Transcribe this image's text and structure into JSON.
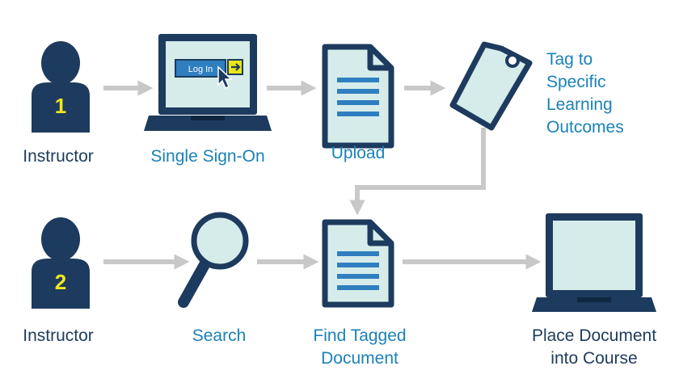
{
  "colors": {
    "navy": "#1d3b5e",
    "light_fill": "#d6ecea",
    "arrow_gray": "#c8c8c8",
    "label_blue": "#1a82b8",
    "label_dark": "#1d3b5e",
    "number_yellow": "#f2e61f",
    "button_blue": "#2f7fc0",
    "button_yellow": "#e8e61a"
  },
  "icons": {
    "person": "person-icon",
    "laptop": "laptop-icon",
    "document": "document-icon",
    "tag": "tag-icon",
    "search": "magnifier-icon"
  },
  "row1": {
    "instructor_number": "1",
    "instructor_label": "Instructor",
    "sso_label": "Single Sign-On",
    "login_button": "Log In",
    "upload_label": "Upload",
    "tag_label": [
      "Tag to",
      "Specific",
      "Learning",
      "Outcomes"
    ]
  },
  "row2": {
    "instructor_number": "2",
    "instructor_label": "Instructor",
    "search_label": "Search",
    "find_label": [
      "Find Tagged",
      "Document"
    ],
    "place_label": [
      "Place Document",
      "into Course"
    ]
  }
}
